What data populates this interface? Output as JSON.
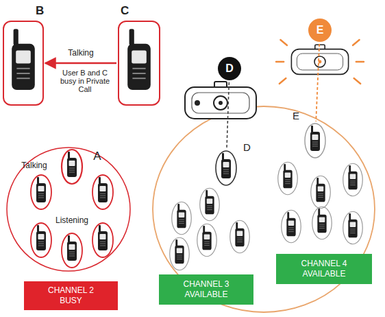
{
  "diagram": {
    "nodes": [
      {
        "text": [
          "B"
        ]
      },
      {
        "text": [
          "C"
        ]
      },
      {
        "text": [
          "D"
        ]
      },
      {
        "text": [
          "E"
        ]
      },
      {
        "text": [
          "D"
        ]
      },
      {
        "text": [
          "E"
        ]
      },
      {
        "text": [
          "CHANNEL 2 BUSY"
        ]
      },
      {
        "text": [
          "CHANNEL 3 AVAILABLE"
        ]
      },
      {
        "text": [
          "CHANNEL 4 AVAILABLE"
        ]
      }
    ],
    "edges": [
      {
        "from": 1,
        "to": 0,
        "arrow": "to",
        "label": "Talking"
      },
      {
        "from": 2,
        "to": 4,
        "arrow": "none"
      },
      {
        "from": 3,
        "to": 5,
        "arrow": "none"
      }
    ],
    "labels": [
      "User B and C busy in Private Call",
      "Talking",
      "A",
      "Listening"
    ]
  }
}
